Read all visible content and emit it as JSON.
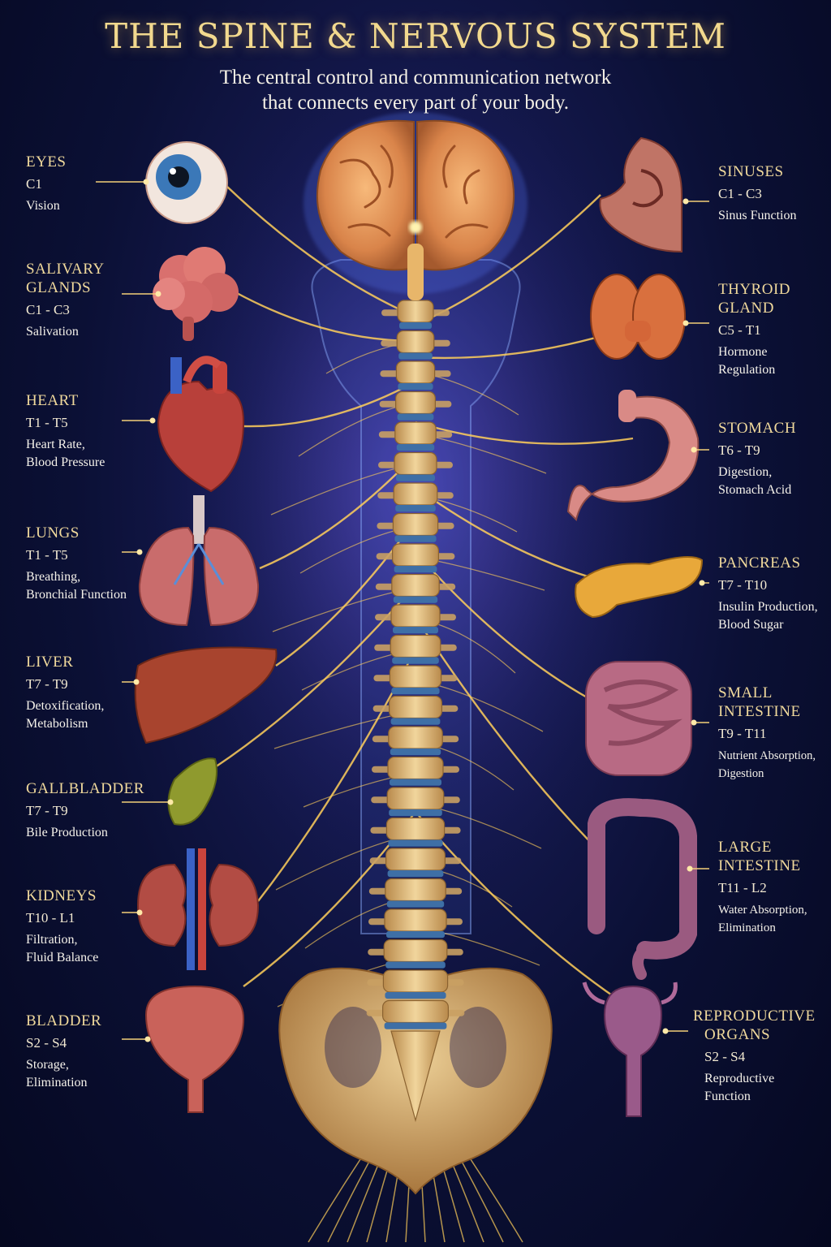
{
  "title": "THE SPINE & NERVOUS SYSTEM",
  "subtitle_line1": "The central control and communication network",
  "subtitle_line2": "that connects every part of your body.",
  "colors": {
    "gold": "#f2d98e",
    "nerve": "#ffcf5a",
    "disc": "#3e6fa6",
    "background": "#0b1035"
  },
  "left_organs": [
    {
      "name_lines": [
        "EYES"
      ],
      "level": "C1",
      "function_lines": [
        "Vision"
      ]
    },
    {
      "name_lines": [
        "SALIVARY",
        "GLANDS"
      ],
      "level": "C1 - C3",
      "function_lines": [
        "Salivation"
      ]
    },
    {
      "name_lines": [
        "HEART"
      ],
      "level": "T1 - T5",
      "function_lines": [
        "Heart Rate,",
        "Blood Pressure"
      ]
    },
    {
      "name_lines": [
        "LUNGS"
      ],
      "level": "T1 - T5",
      "function_lines": [
        "Breathing,",
        "Bronchial Function"
      ]
    },
    {
      "name_lines": [
        "LIVER"
      ],
      "level": "T7 - T9",
      "function_lines": [
        "Detoxification,",
        "Metabolism"
      ]
    },
    {
      "name_lines": [
        "GALLBLADDER"
      ],
      "level": "T7 - T9",
      "function_lines": [
        "Bile Production"
      ]
    },
    {
      "name_lines": [
        "KIDNEYS"
      ],
      "level": "T10 - L1",
      "function_lines": [
        "Filtration,",
        "Fluid Balance"
      ]
    },
    {
      "name_lines": [
        "BLADDER"
      ],
      "level": "S2 - S4",
      "function_lines": [
        "Storage,",
        "Elimination"
      ]
    }
  ],
  "right_organs": [
    {
      "name_lines": [
        "SINUSES"
      ],
      "level": "C1 - C3",
      "function_lines": [
        "Sinus Function"
      ]
    },
    {
      "name_lines": [
        "THYROID",
        "GLAND"
      ],
      "level": "C5 - T1",
      "function_lines": [
        "Hormone",
        "Regulation"
      ]
    },
    {
      "name_lines": [
        "STOMACH"
      ],
      "level": "T6 - T9",
      "function_lines": [
        "Digestion,",
        "Stomach Acid"
      ]
    },
    {
      "name_lines": [
        "PANCREAS"
      ],
      "level": "T7 - T10",
      "function_lines": [
        "Insulin Production,",
        "Blood Sugar"
      ]
    },
    {
      "name_lines": [
        "SMALL",
        "INTESTINE"
      ],
      "level": "T9 - T11",
      "function_lines": [
        "Nutrient Absorption,",
        "Digestion"
      ]
    },
    {
      "name_lines": [
        "LARGE",
        "INTESTINE"
      ],
      "level": "T11 - L2",
      "function_lines": [
        "Water Absorption,",
        "Elimination"
      ]
    },
    {
      "name_lines": [
        "REPRODUCTIVE",
        "ORGANS"
      ],
      "level": "S2 - S4",
      "function_lines": [
        "Reproductive",
        "Function"
      ]
    }
  ]
}
